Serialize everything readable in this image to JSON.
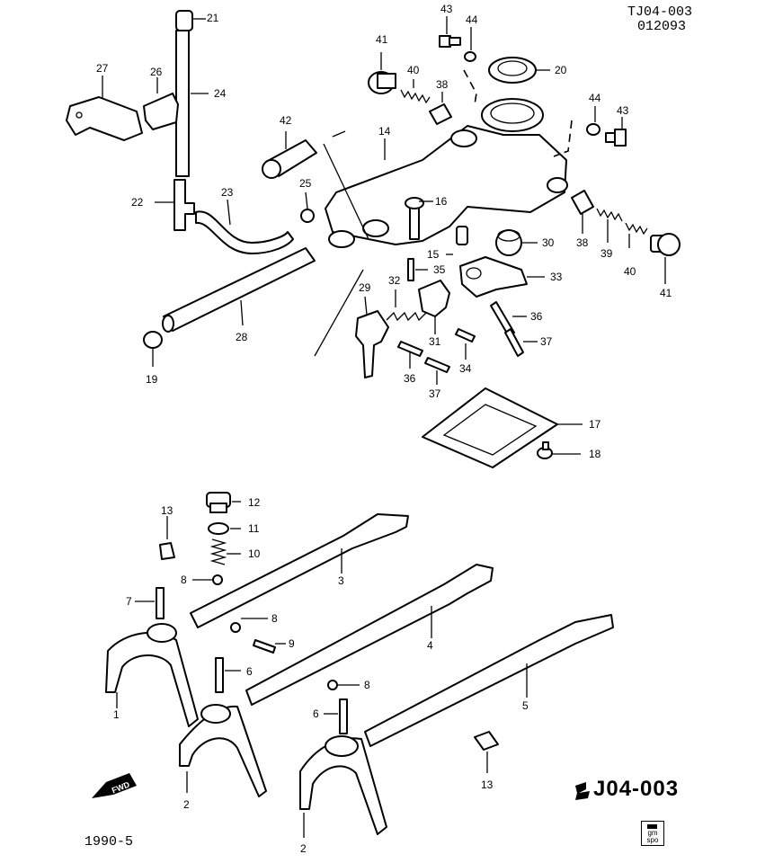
{
  "header": {
    "diagram_id": "TJ04-003",
    "sub_code": "012093"
  },
  "footer": {
    "section_code": "J04-003",
    "date": "1990-5",
    "badge_text": "gm spo",
    "fwd_label": "FWD"
  },
  "labels": {
    "l21": "21",
    "l24": "24",
    "l27": "27",
    "l26": "26",
    "l43a": "43",
    "l44a": "44",
    "l41a": "41",
    "l40a": "40",
    "l38a": "38",
    "l20": "20",
    "l44b": "44",
    "l43b": "43",
    "l42": "42",
    "l14": "14",
    "l25": "25",
    "l16": "16",
    "l22": "22",
    "l23": "23",
    "l15": "15",
    "l30": "30",
    "l38b": "38",
    "l39": "39",
    "l40b": "40",
    "l41b": "41",
    "l35": "35",
    "l33": "33",
    "l32": "32",
    "l29": "29",
    "l36a": "36",
    "l31": "31",
    "l37a": "37",
    "l19": "19",
    "l28": "28",
    "l36b": "36",
    "l34": "34",
    "l37b": "37",
    "l17": "17",
    "l18": "18",
    "l13a": "13",
    "l12": "12",
    "l11": "11",
    "l10": "10",
    "l8a": "8",
    "l3": "3",
    "l7": "7",
    "l8b": "8",
    "l9": "9",
    "l6a": "6",
    "l4": "4",
    "l8c": "8",
    "l1": "1",
    "l6b": "6",
    "l5": "5",
    "l2a": "2",
    "l13b": "13",
    "l2b": "2"
  }
}
